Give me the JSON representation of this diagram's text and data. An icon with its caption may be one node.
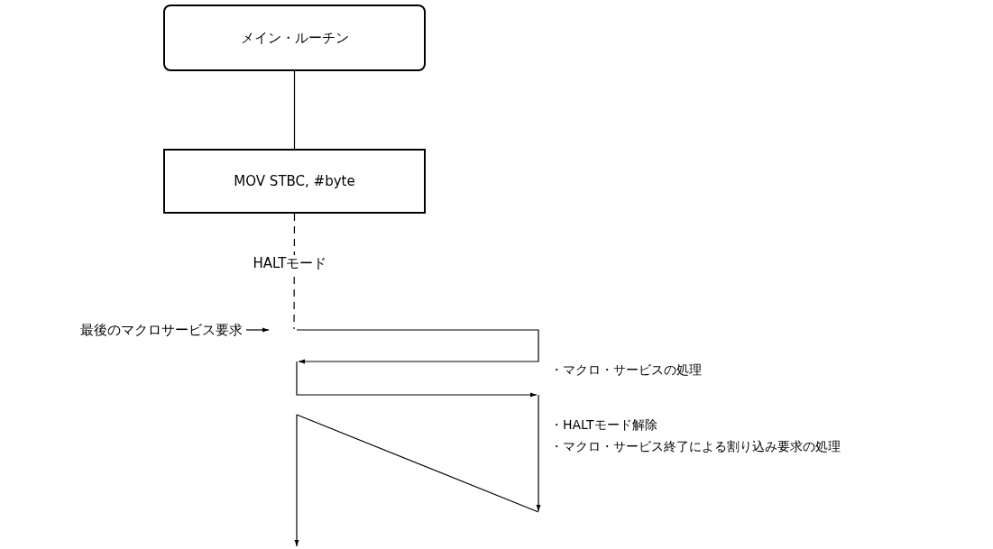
{
  "diagram": {
    "nodes": [
      {
        "text": [
          "メイン・ルーチン"
        ]
      },
      {
        "text": [
          "MOV STBC, #byte"
        ]
      },
      {
        "text": [
          "最後のマクロサービス要求"
        ]
      }
    ],
    "edges": [
      {
        "from": 0,
        "to": 1,
        "arrow": "none"
      },
      {
        "from": 1,
        "to": null,
        "arrow": "none",
        "style": "dashed",
        "label": "HALTモード"
      },
      {
        "from": 2,
        "to": null,
        "arrow": "to"
      }
    ],
    "labels": [
      "・マクロ・サービスの処理",
      "・HALTモード解除",
      "・マクロ・サービス終了による割り込み要求の処理"
    ]
  }
}
